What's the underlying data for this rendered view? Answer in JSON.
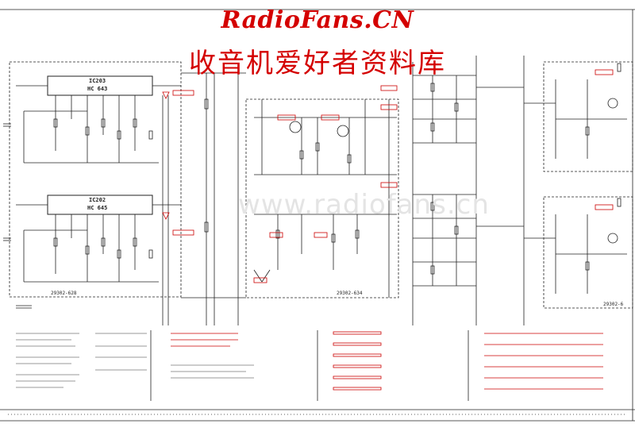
{
  "watermark": {
    "title": "RadioFans.CN",
    "subtitle": "收音机爱好者资料库",
    "ghost": "www.radiofans.cn"
  },
  "modules": {
    "ic_upper_ref": "IC203",
    "ic_upper_type": "HC 643",
    "ic_lower_ref": "IC202",
    "ic_lower_type": "HC 645",
    "board_left": "29302-628",
    "board_center": "29302-634",
    "board_right": "29302-6"
  },
  "colors": {
    "ink": "#222222",
    "accent": "#cc0000",
    "watermark": "#d40000",
    "paper": "#ffffff"
  }
}
